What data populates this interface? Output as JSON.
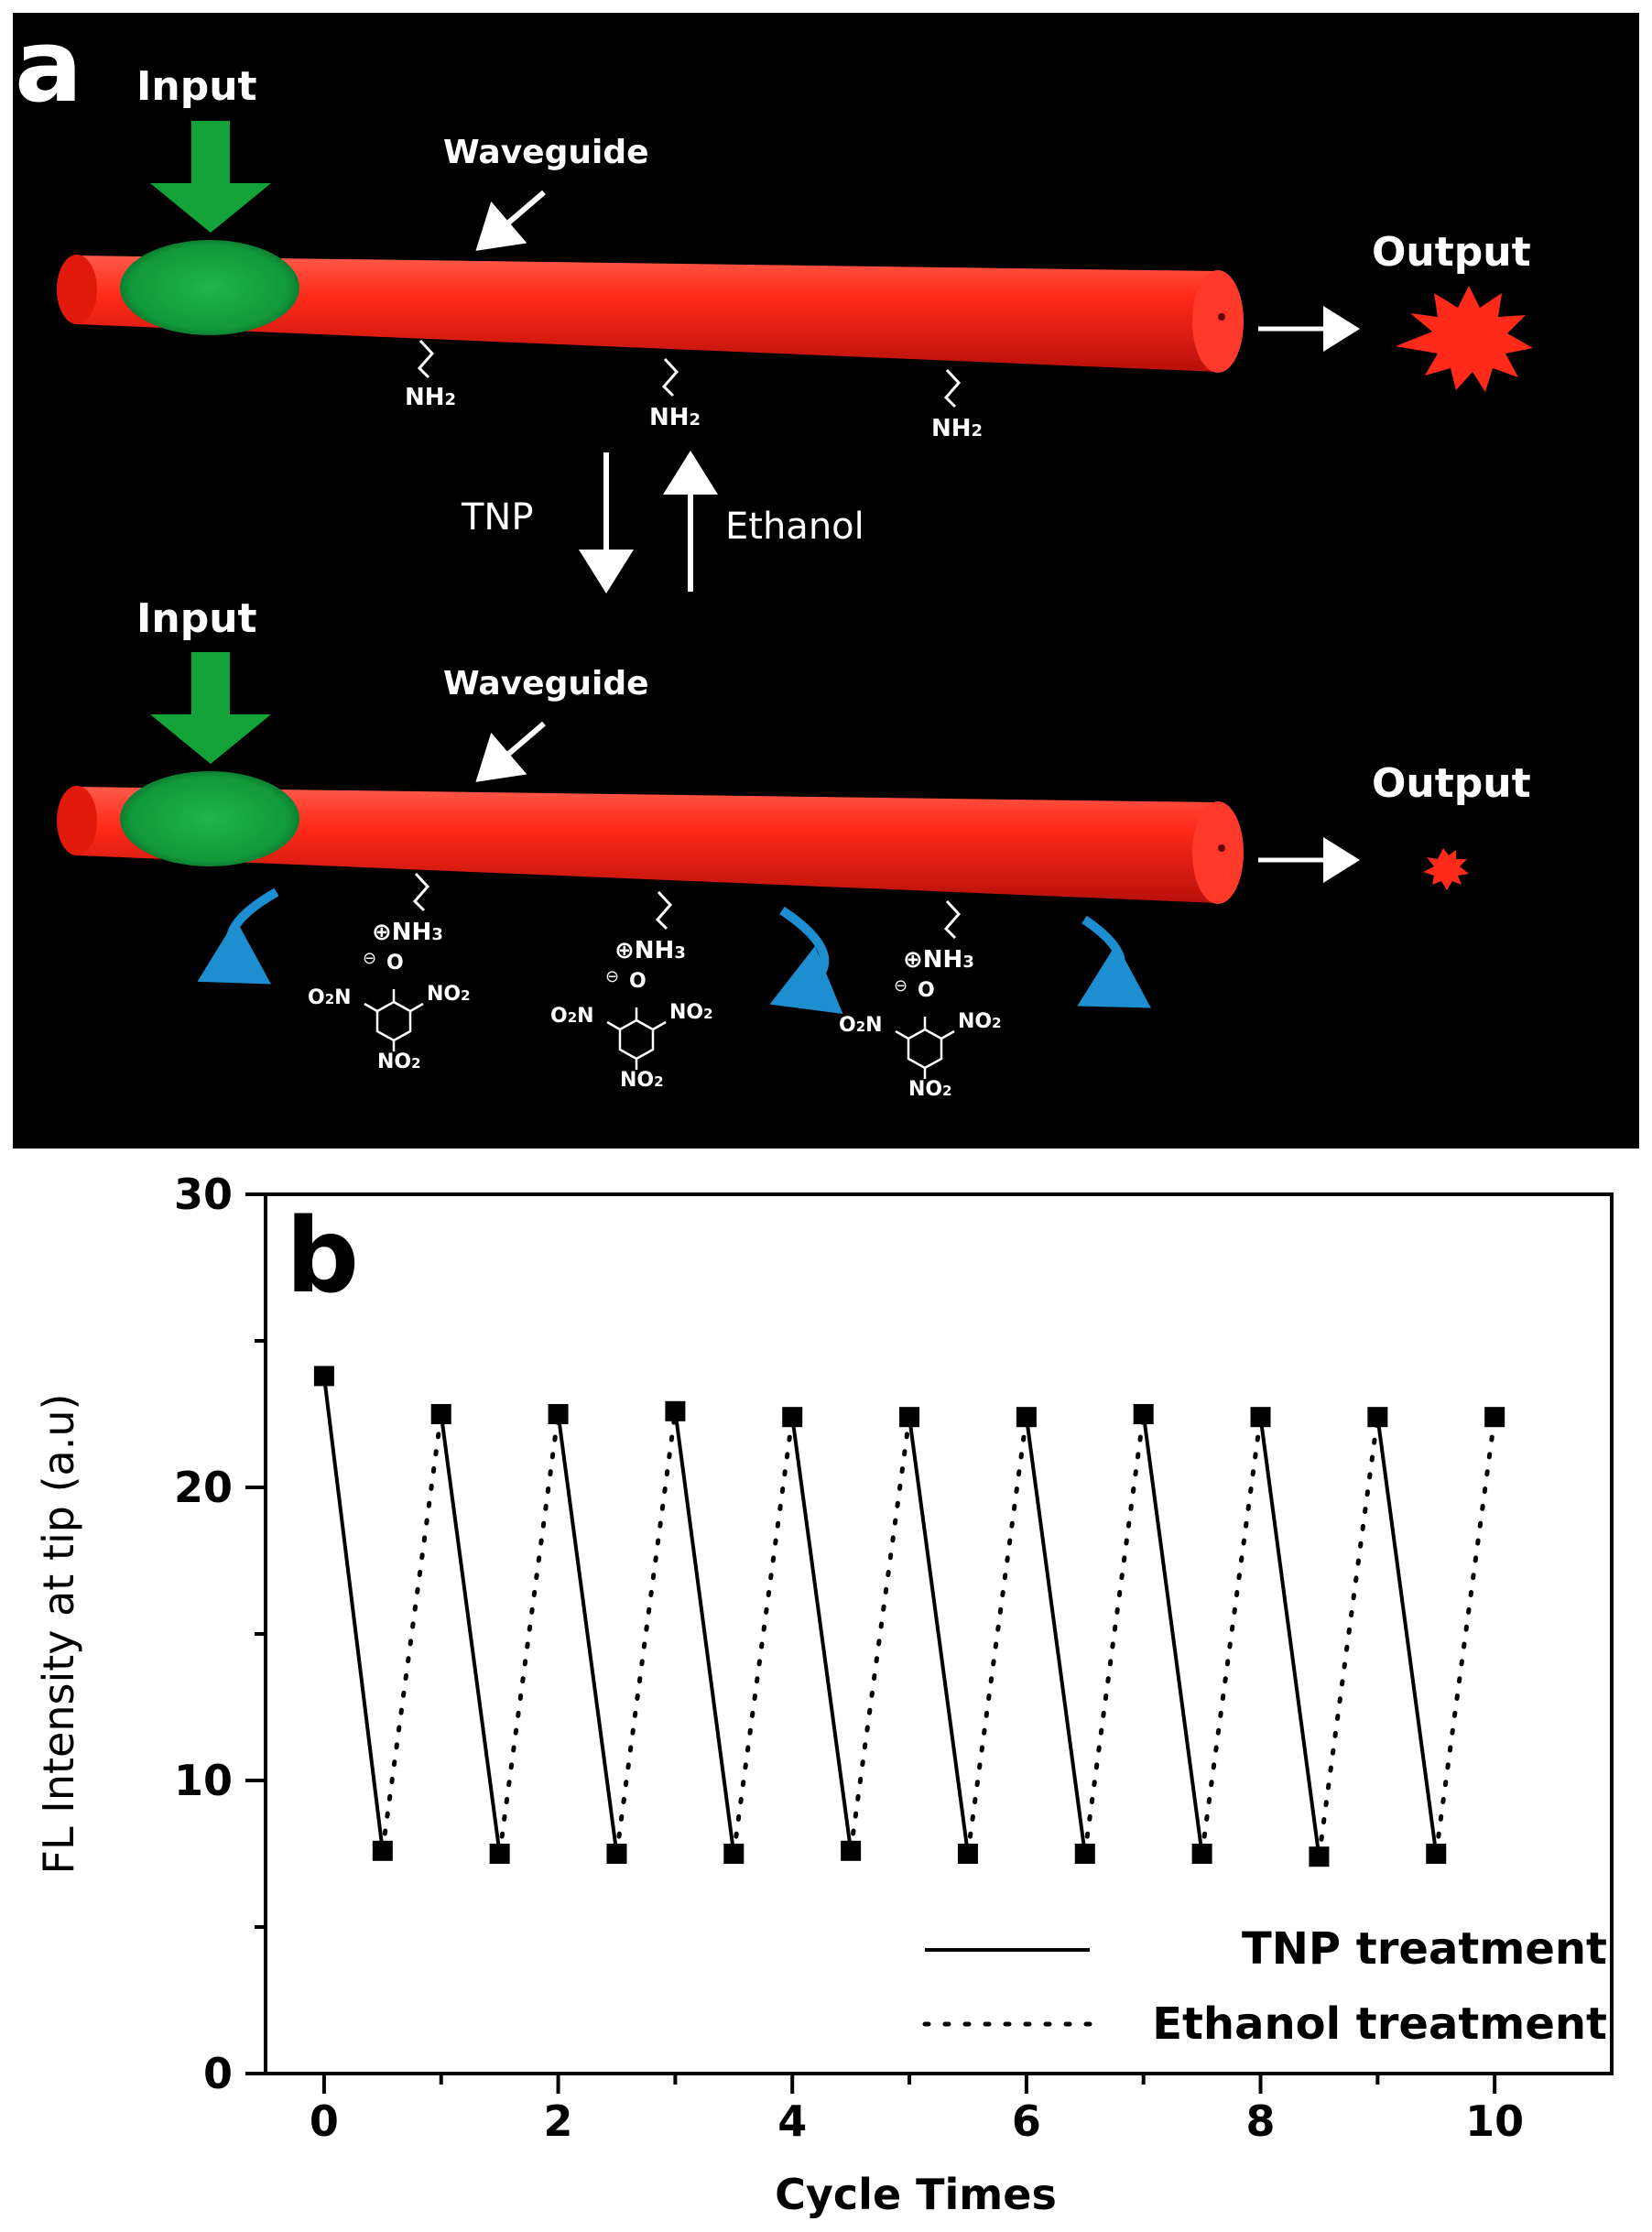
{
  "panel_a": {
    "letter": "a",
    "input_label": "Input",
    "waveguide_label": "Waveguide",
    "output_label": "Output",
    "amine": "NH",
    "amine_sub": "2",
    "forward_label": "TNP",
    "reverse_label": "Ethanol",
    "ammonium": "⊕NH",
    "ammonium_sub": "3",
    "phenolate_o": "O",
    "phenolate_charge": "⊖",
    "nitro": "NO",
    "nitro_sub": "2",
    "nitro_left": "O",
    "nitro_left_sub": "2",
    "nitro_left_n": "N",
    "colors": {
      "waveguide": "#ff2a1a",
      "input": "#13a339",
      "arrow": "#1d8fd1"
    }
  },
  "panel_b": {
    "letter": "b"
  },
  "chart_data": {
    "type": "line",
    "xlabel": "Cycle Times",
    "ylabel": "FL Intensity at tip (a.u)",
    "xlim": [
      -0.5,
      11
    ],
    "ylim": [
      0,
      30
    ],
    "xticks": [
      0,
      2,
      4,
      6,
      8,
      10
    ],
    "yticks": [
      0,
      10,
      20,
      30
    ],
    "grid": false,
    "legend_position": "bottom-right",
    "markers": {
      "x": [
        0,
        0.5,
        1,
        1.5,
        2,
        2.5,
        3,
        3.5,
        4,
        4.5,
        5,
        5.5,
        6,
        6.5,
        7,
        7.5,
        8,
        8.5,
        9,
        9.5,
        10
      ],
      "y": [
        23.8,
        7.6,
        22.5,
        7.5,
        22.5,
        7.5,
        22.6,
        7.5,
        22.4,
        7.6,
        22.4,
        7.5,
        22.4,
        7.5,
        22.5,
        7.5,
        22.4,
        7.4,
        22.4,
        7.5,
        22.4
      ]
    },
    "series": [
      {
        "name": "TNP treatment",
        "style": "solid",
        "segments": [
          [
            [
              0,
              23.8
            ],
            [
              0.5,
              7.6
            ]
          ],
          [
            [
              1,
              22.5
            ],
            [
              1.5,
              7.5
            ]
          ],
          [
            [
              2,
              22.5
            ],
            [
              2.5,
              7.5
            ]
          ],
          [
            [
              3,
              22.6
            ],
            [
              3.5,
              7.5
            ]
          ],
          [
            [
              4,
              22.4
            ],
            [
              4.5,
              7.6
            ]
          ],
          [
            [
              5,
              22.4
            ],
            [
              5.5,
              7.5
            ]
          ],
          [
            [
              6,
              22.4
            ],
            [
              6.5,
              7.5
            ]
          ],
          [
            [
              7,
              22.5
            ],
            [
              7.5,
              7.5
            ]
          ],
          [
            [
              8,
              22.4
            ],
            [
              8.5,
              7.4
            ]
          ],
          [
            [
              9,
              22.4
            ],
            [
              9.5,
              7.5
            ]
          ]
        ]
      },
      {
        "name": "Ethanol treatment",
        "style": "dotted",
        "segments": [
          [
            [
              0.5,
              7.6
            ],
            [
              1,
              22.5
            ]
          ],
          [
            [
              1.5,
              7.5
            ],
            [
              2,
              22.5
            ]
          ],
          [
            [
              2.5,
              7.5
            ],
            [
              3,
              22.6
            ]
          ],
          [
            [
              3.5,
              7.5
            ],
            [
              4,
              22.4
            ]
          ],
          [
            [
              4.5,
              7.6
            ],
            [
              5,
              22.4
            ]
          ],
          [
            [
              5.5,
              7.5
            ],
            [
              6,
              22.4
            ]
          ],
          [
            [
              6.5,
              7.5
            ],
            [
              7,
              22.5
            ]
          ],
          [
            [
              7.5,
              7.5
            ],
            [
              8,
              22.4
            ]
          ],
          [
            [
              8.5,
              7.4
            ],
            [
              9,
              22.4
            ]
          ],
          [
            [
              9.5,
              7.5
            ],
            [
              10,
              22.4
            ]
          ]
        ]
      }
    ]
  }
}
